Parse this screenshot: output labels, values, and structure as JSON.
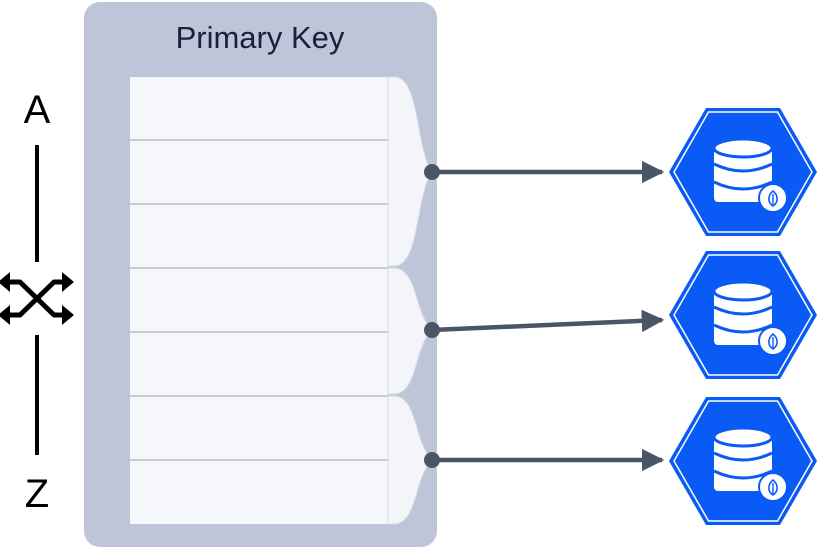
{
  "table": {
    "title": "Primary Key",
    "row_count": 7,
    "ranges": [
      {
        "rows": [
          0,
          1,
          2
        ]
      },
      {
        "rows": [
          3,
          4
        ]
      },
      {
        "rows": [
          5,
          6
        ]
      }
    ]
  },
  "axis": {
    "start_label": "A",
    "end_label": "Z",
    "icon": "shuffle-icon"
  },
  "nodes": [
    {
      "icon": "database-node-icon"
    },
    {
      "icon": "database-node-icon"
    },
    {
      "icon": "database-node-icon"
    }
  ],
  "colors": {
    "panel": "#BFC5D9",
    "row_fill": "#F6F7FA",
    "row_divider": "#B9BFCE",
    "bracket_fill": "#F4F5F8",
    "arrow": "#4A5568",
    "node_blue": "#0A5BF5",
    "title_text": "#1B1F3B",
    "axis_text": "#000000"
  }
}
